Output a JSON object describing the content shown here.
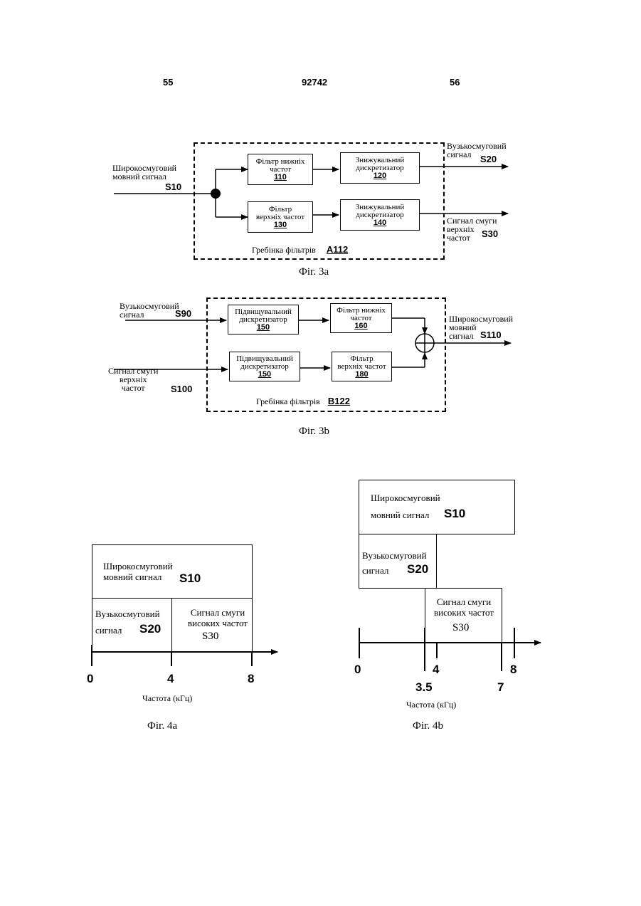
{
  "header": {
    "left": "55",
    "center": "92742",
    "right": "56"
  },
  "fig3a": {
    "input": {
      "label_line1": "Широкосмуговий",
      "label_line2": "мовний сигнал",
      "code": "S10"
    },
    "lpf": {
      "line1": "Фільтр нижніх",
      "line2": "частот",
      "num": "110"
    },
    "dec1": {
      "line1": "Знижувальний",
      "line2": "дискретизатор",
      "num": "120"
    },
    "hpf": {
      "line1": "Фільтр",
      "line2": "верхніх частот",
      "num": "130"
    },
    "dec2": {
      "line1": "Знижувальний",
      "line2": "дискретизатор",
      "num": "140"
    },
    "out1": {
      "line1": "Вузькосмуговий",
      "line2": "сигнал",
      "code": "S20"
    },
    "out2": {
      "line1": "Сигнал смуги",
      "line2": "верхніх",
      "line3": "частот",
      "code": "S30"
    },
    "bank": {
      "label": "Гребінка фільтрів",
      "code": "A112"
    },
    "caption": "Фіг. 3а"
  },
  "fig3b": {
    "in1": {
      "line1": "Вузькосмуговий",
      "line2": "сигнал",
      "code": "S90"
    },
    "in2": {
      "line1": "Сигнал смуги",
      "line2": "верхніх",
      "line3": "частот",
      "code": "S100"
    },
    "up1": {
      "line1": "Підвищувальний",
      "line2": "дискретизатор",
      "num": "150"
    },
    "lpf": {
      "line1": "Фільтр нижніх",
      "line2": "частот",
      "num": "160"
    },
    "up2": {
      "line1": "Підвищувальний",
      "line2": "дискретизатор",
      "num": "150"
    },
    "hpf": {
      "line1": "Фільтр",
      "line2": "верхніх частот",
      "num": "180"
    },
    "out": {
      "line1": "Широкосмуговий",
      "line2": "мовний",
      "line3": "сигнал",
      "code": "S110"
    },
    "bank": {
      "label": "Гребінка фільтрів",
      "code": "B122"
    },
    "caption": "Фіг. 3b"
  },
  "fig4a": {
    "wide": {
      "line1": "Широкосмуговий",
      "line2": "мовний сигнал",
      "code": "S10"
    },
    "narrow": {
      "line1": "Вузькосмуговий",
      "line2": "сигнал",
      "code": "S20"
    },
    "high": {
      "line1": "Сигнал смуги",
      "line2": "високих частот",
      "code": "S30"
    },
    "ticks": [
      "0",
      "4",
      "8"
    ],
    "axis_label": "Частота (кГц)",
    "caption": "Фіг. 4а"
  },
  "fig4b": {
    "wide": {
      "line1": "Широкосмуговий",
      "line2": "мовний сигнал",
      "code": "S10"
    },
    "narrow": {
      "line1": "Вузькосмуговий",
      "line2": "сигнал",
      "code": "S20"
    },
    "high": {
      "line1": "Сигнал смуги",
      "line2": "високих частот",
      "code": "S30"
    },
    "ticks_top": [
      "0",
      "4",
      "8"
    ],
    "ticks_bottom": [
      "3.5",
      "7"
    ],
    "axis_label": "Частота (кГц)",
    "caption": "Фіг. 4b"
  }
}
